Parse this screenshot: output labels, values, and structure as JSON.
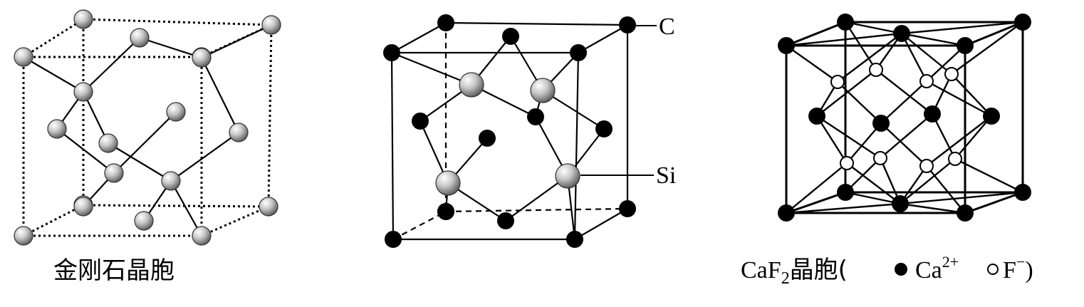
{
  "diamond": {
    "caption": "金刚石晶胞"
  },
  "sic": {
    "label_c": "C",
    "label_si": "Si"
  },
  "caf2": {
    "caption_prefix": "CaF",
    "caption_sub": "2",
    "caption_main": "晶胞(",
    "legend_ca": "Ca",
    "legend_ca_sup": "2+",
    "legend_f": "F",
    "legend_f_sup": "−",
    "legend_close": ")"
  },
  "colors": {
    "line": "#000000",
    "sphere_light": "#ffffff",
    "sphere_mid": "#c8c8c8",
    "sphere_dark": "#555555",
    "black_atom": "#000000",
    "open_atom_fill": "#ffffff"
  }
}
